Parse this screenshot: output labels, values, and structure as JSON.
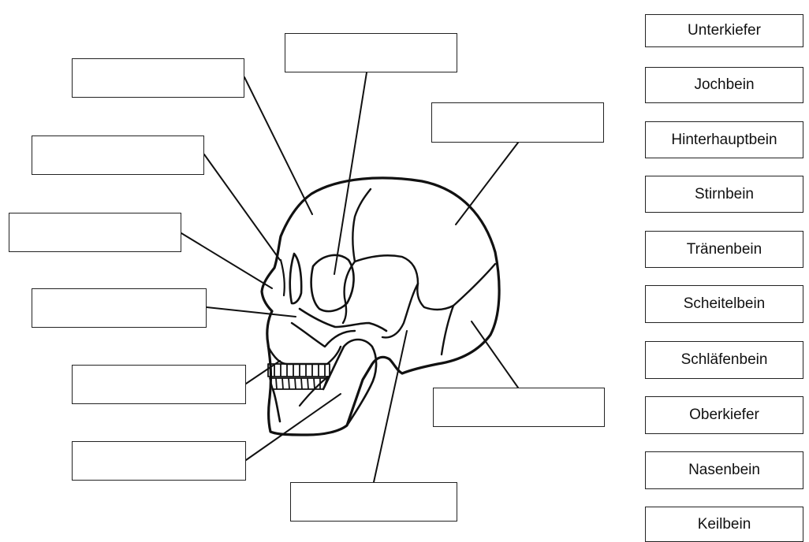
{
  "word_bank": {
    "items": [
      {
        "label": "Unterkiefer"
      },
      {
        "label": "Jochbein"
      },
      {
        "label": "Hinterhauptbein"
      },
      {
        "label": "Stirnbein"
      },
      {
        "label": "Tränenbein"
      },
      {
        "label": "Scheitelbein"
      },
      {
        "label": "Schläfenbein"
      },
      {
        "label": "Oberkiefer"
      },
      {
        "label": "Nasenbein"
      },
      {
        "label": "Keilbein"
      }
    ]
  },
  "label_boxes": [
    {
      "id": "top-center"
    },
    {
      "id": "top-left"
    },
    {
      "id": "top-right"
    },
    {
      "id": "left-1"
    },
    {
      "id": "left-2"
    },
    {
      "id": "left-3"
    },
    {
      "id": "left-4"
    },
    {
      "id": "left-5"
    },
    {
      "id": "bottom-center"
    },
    {
      "id": "right-lower"
    }
  ],
  "colors": {
    "line": "#111111",
    "box_border": "#222222",
    "background": "#ffffff"
  }
}
